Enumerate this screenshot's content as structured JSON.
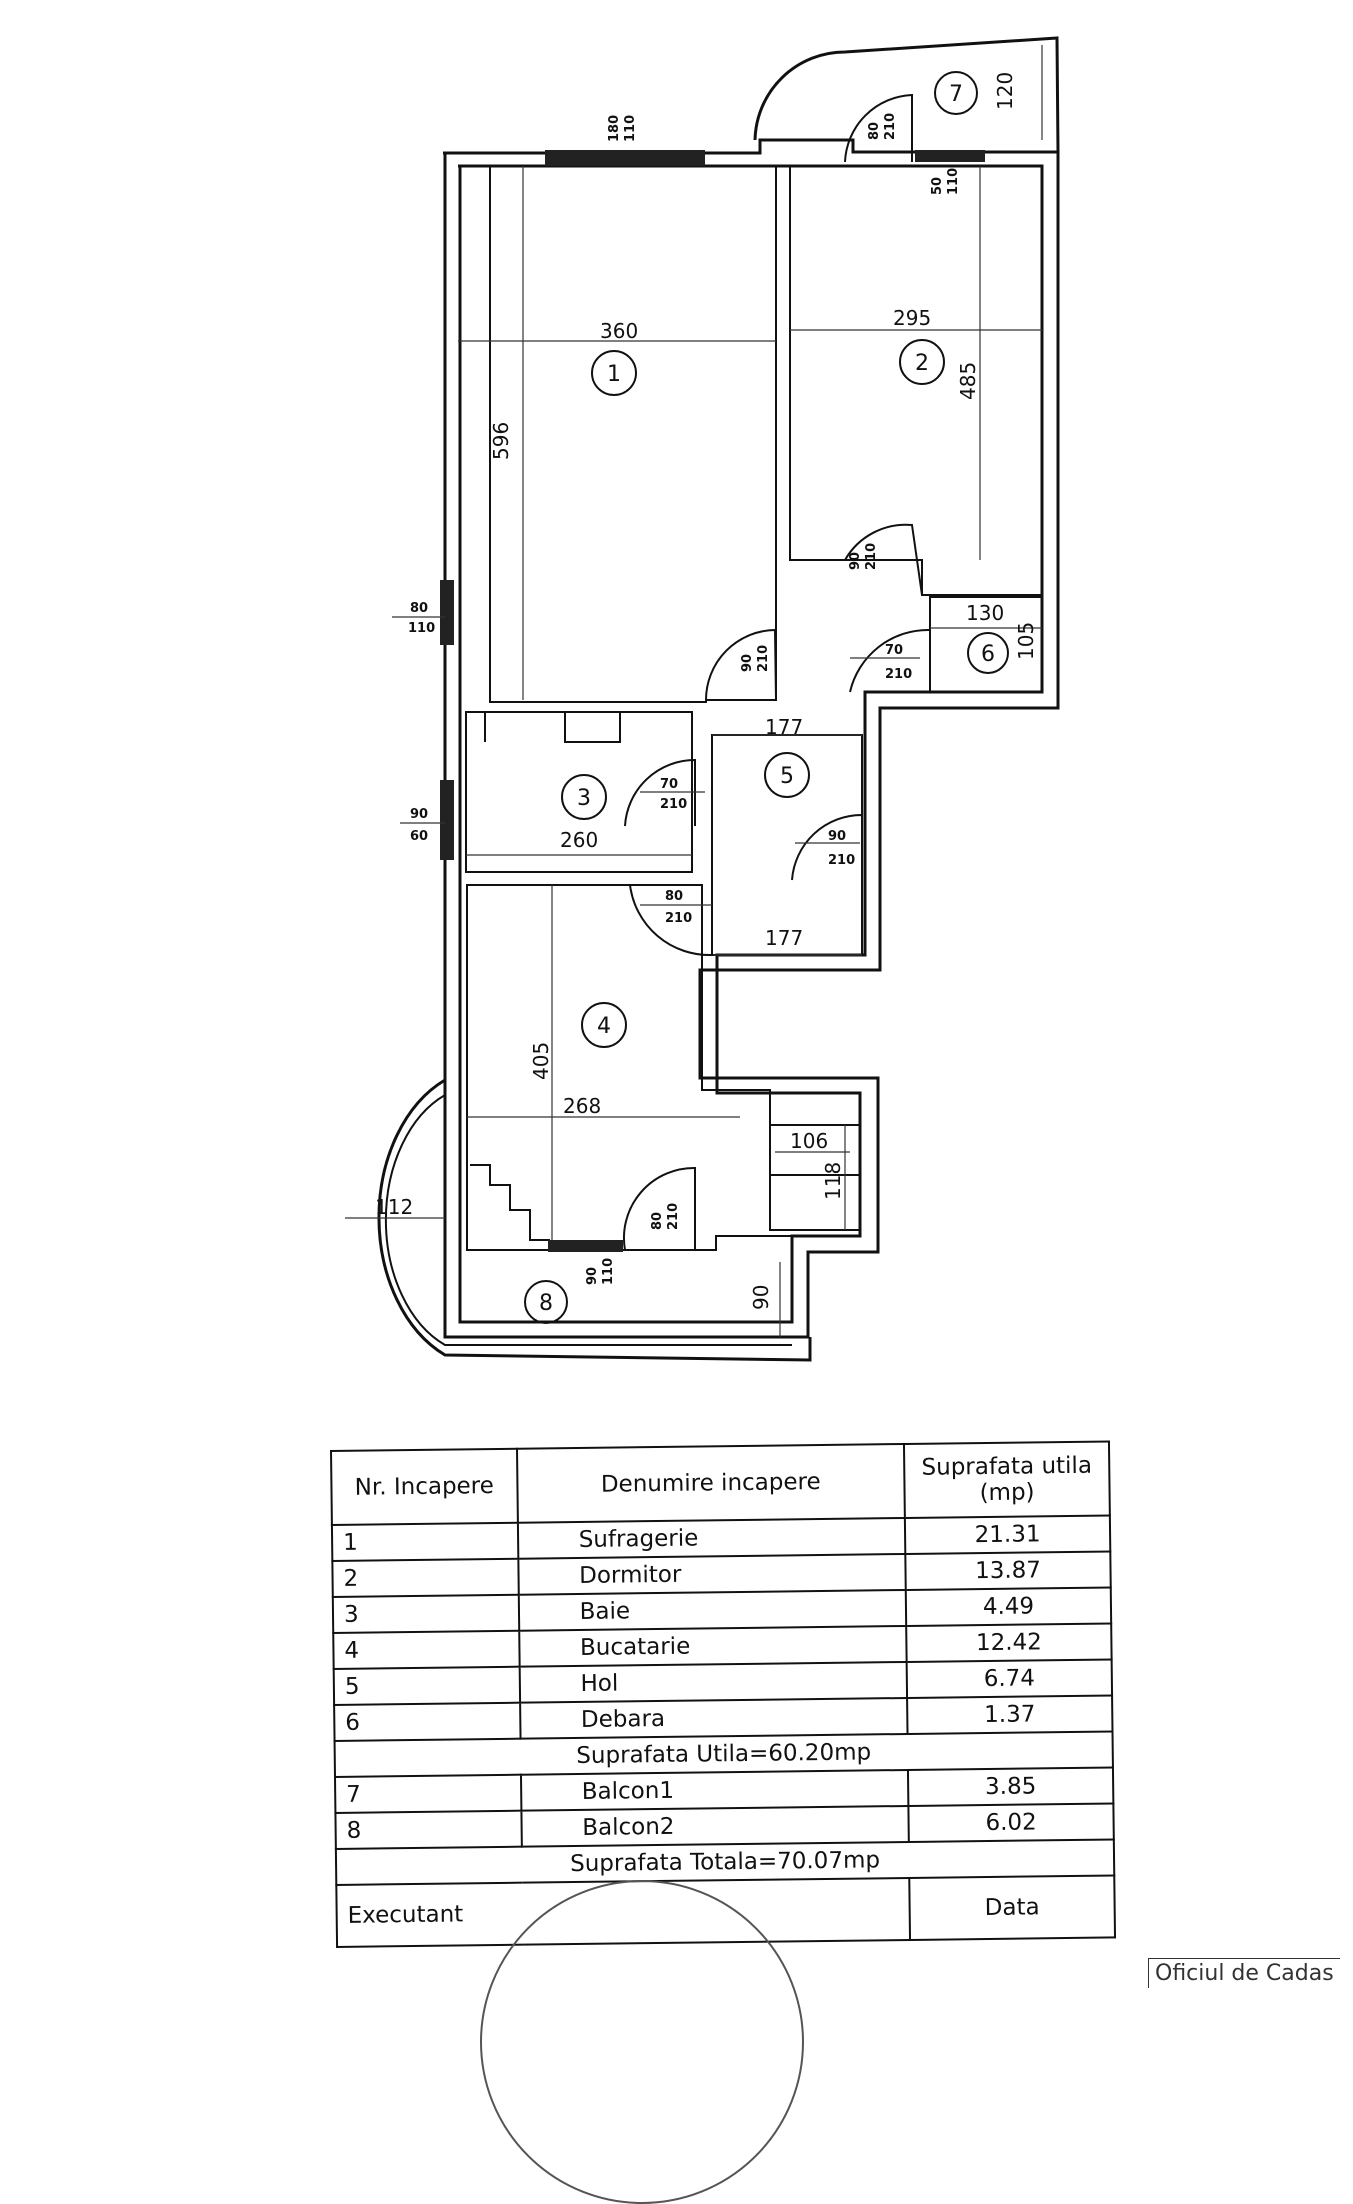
{
  "plan": {
    "rooms": [
      {
        "num": "1"
      },
      {
        "num": "2"
      },
      {
        "num": "3"
      },
      {
        "num": "4"
      },
      {
        "num": "5"
      },
      {
        "num": "6"
      },
      {
        "num": "7"
      },
      {
        "num": "8"
      }
    ],
    "dims": {
      "r1_w": "360",
      "r1_h": "596",
      "r2_w": "295",
      "r2_h": "485",
      "r3_w": "260",
      "r4_w": "268",
      "r4_h": "405",
      "r5_w1": "177",
      "r5_w2": "177",
      "r6_w": "130",
      "r6_h": "105",
      "r7_h": "120",
      "b_w": "106",
      "b_h": "118",
      "r8_w": "112",
      "r8_h": "90"
    },
    "openings": [
      {
        "w": "180",
        "h": "110"
      },
      {
        "w": "80",
        "h": "210"
      },
      {
        "w": "50",
        "h": "110"
      },
      {
        "w": "90",
        "h": "210"
      },
      {
        "w": "80",
        "h": "110"
      },
      {
        "w": "90",
        "h": "210"
      },
      {
        "w": "70",
        "h": "210"
      },
      {
        "w": "70",
        "h": "210"
      },
      {
        "w": "90",
        "h": "60"
      },
      {
        "w": "90",
        "h": "210"
      },
      {
        "w": "80",
        "h": "210"
      },
      {
        "w": "80",
        "h": "210"
      },
      {
        "w": "90",
        "h": "110"
      }
    ]
  },
  "table": {
    "headers": {
      "nr": "Nr. Incapere",
      "name": "Denumire incapere",
      "area": "Suprafata utila (mp)"
    },
    "rows": [
      {
        "nr": "1",
        "name": "Sufragerie",
        "area": "21.31"
      },
      {
        "nr": "2",
        "name": "Dormitor",
        "area": "13.87"
      },
      {
        "nr": "3",
        "name": "Baie",
        "area": "4.49"
      },
      {
        "nr": "4",
        "name": "Bucatarie",
        "area": "12.42"
      },
      {
        "nr": "5",
        "name": "Hol",
        "area": "6.74"
      },
      {
        "nr": "6",
        "name": "Debara",
        "area": "1.37"
      }
    ],
    "useful_total": "Suprafata Utila=60.20mp",
    "balcony_rows": [
      {
        "nr": "7",
        "name": "Balcon1",
        "area": "3.85"
      },
      {
        "nr": "8",
        "name": "Balcon2",
        "area": "6.02"
      }
    ],
    "grand_total": "Suprafata Totala=70.07mp",
    "executant_label": "Executant",
    "date_label": "Data"
  },
  "office_label": "Oficiul de Cadas"
}
